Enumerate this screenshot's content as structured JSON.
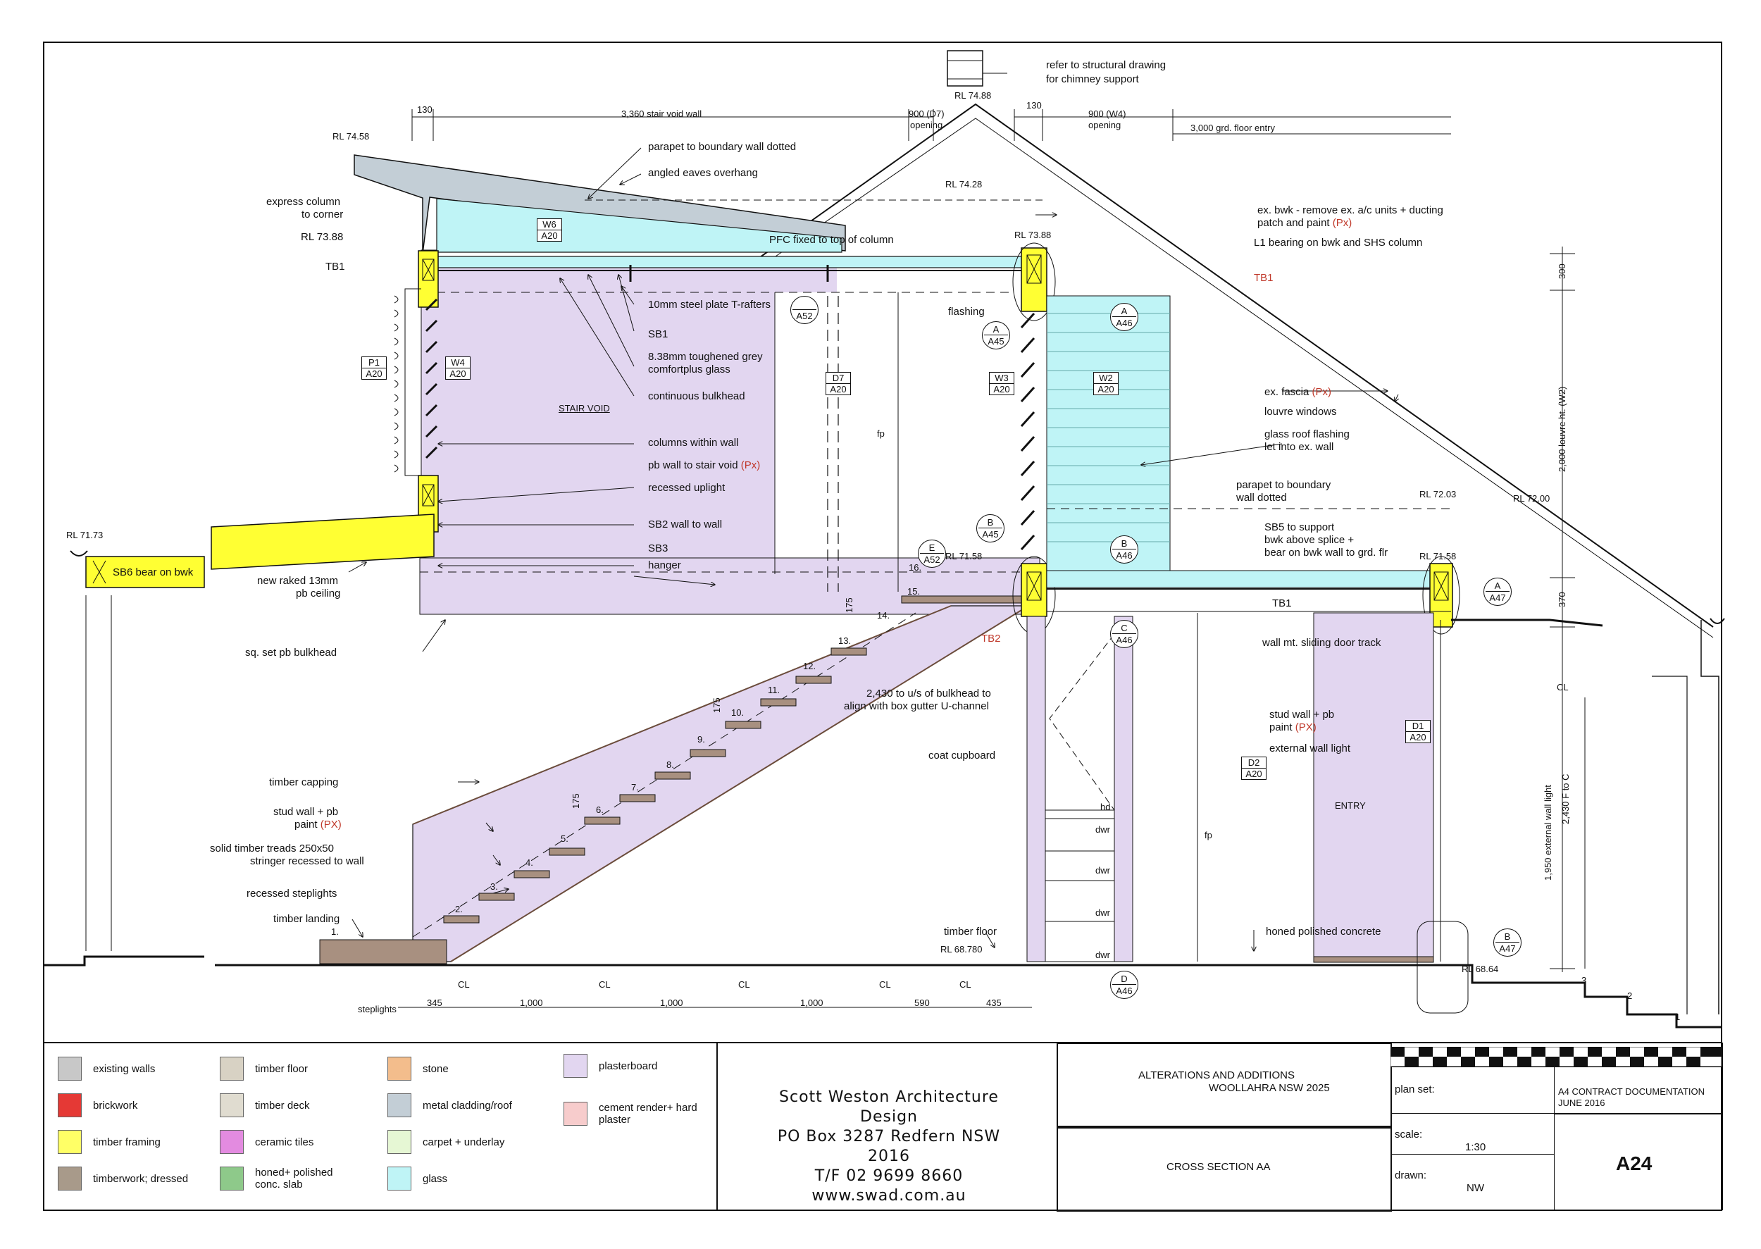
{
  "annotations": {
    "chimney_note": [
      "refer to structural drawing",
      "for chimney support"
    ],
    "rl_7488": "RL 74.88",
    "rl_7458": "RL 74.58",
    "rl_7428": "RL 74.28",
    "rl_7388_left": "RL 73.88",
    "rl_7388_right": "RL 73.88",
    "rl_7173": "RL 71.73",
    "rl_7158_a": "RL 71.58",
    "rl_7158_b": "RL 71.58",
    "rl_7203": "RL 72.03",
    "rl_7200": "RL 72.00",
    "rl_68780": "RL 68.780",
    "rl_6864": "RL 68.64",
    "parapet_dotted": "parapet to boundary wall dotted",
    "angled_eaves": "angled eaves overhang",
    "express_column": [
      "express column",
      "to corner"
    ],
    "tb1_left": "TB1",
    "tb1_right": "TB1",
    "tb1_mid": "TB1",
    "tb2": "TB2",
    "pfc": "PFC fixed to top of column",
    "ex_bwk": [
      "ex. bwk - remove ex. a/c units + ducting",
      "patch and paint "
    ],
    "px": "(Px)",
    "px_caps": "(PX)",
    "l1_bearing": "L1 bearing on bwk and SHS column",
    "steel_plate": "10mm steel plate T-rafters",
    "flashing": "flashing",
    "sb1": "SB1",
    "glass": [
      "8.38mm toughened grey",
      "comfortplus glass"
    ],
    "stair_void": "STAIR VOID",
    "continuous_bulkhead": "continuous bulkhead",
    "ex_fascia": "ex. fascia ",
    "louvre_windows": "louvre windows",
    "glass_roof_flashing": [
      "glass roof flashing",
      "let into ex. wall"
    ],
    "columns_within_wall": "columns within wall",
    "pb_wall_stair": "pb wall to stair void ",
    "recessed_uplight": "recessed uplight",
    "parapet_boundary": [
      "parapet to boundary",
      "wall dotted"
    ],
    "sb5": [
      "SB5 to support",
      "bwk above splice +",
      "bear on bwk wall to grd. flr"
    ],
    "sb2": "SB2 wall to wall",
    "sb3": "SB3",
    "hanger": "hanger",
    "sb6": "SB6 bear on bwk",
    "new_raked": [
      "new raked 13mm",
      "pb ceiling"
    ],
    "sq_set": "sq. set pb bulkhead",
    "wall_mt_sliding": "wall mt. sliding door track",
    "u_channel": [
      "2,430 to u/s of bulkhead to",
      "align with box gutter U-channel"
    ],
    "stud_wall_right": [
      "stud wall + pb",
      "paint "
    ],
    "external_wall_light": "external wall light",
    "coat_cupboard": "coat cupboard",
    "timber_capping": "timber capping",
    "stud_wall_left": [
      "stud wall + pb",
      "paint "
    ],
    "solid_treads": [
      "solid timber treads 250x50",
      "stringer recessed to wall"
    ],
    "recessed_steplights": "recessed steplights",
    "timber_landing": "timber landing",
    "timber_floor": "timber floor",
    "honed_concrete": "honed polished concrete",
    "entry": "ENTRY",
    "fp": "fp",
    "hd": "hd",
    "dwr": "dwr",
    "steplights": "steplights",
    "cl": "CL"
  },
  "dimensions": {
    "d130_a": "130",
    "stair_void_wall": "3,360 stair void wall",
    "d900_d7": "900 (D7)",
    "opening_a": "opening",
    "d130_b": "130",
    "d900_w4": "900 (W4)",
    "opening_b": "opening",
    "grd_entry": "3,000 grd. floor entry",
    "d300": "300",
    "louvre_ht": "2,000 louvre ht. (W2)",
    "d370": "370",
    "ext_wall_light": "1,950 external wall light",
    "f_to_c": "2,430 F to C",
    "d175": "175",
    "d345": "345",
    "d1000": "1,000",
    "d590": "590",
    "d435": "435"
  },
  "window_tags": [
    {
      "code": "W6",
      "ref": "A20"
    },
    {
      "code": "P1",
      "ref": "A20"
    },
    {
      "code": "W4",
      "ref": "A20"
    },
    {
      "code": "D7",
      "ref": "A20"
    },
    {
      "code": "W3",
      "ref": "A20"
    },
    {
      "code": "W2",
      "ref": "A20"
    },
    {
      "code": "D1",
      "ref": "A20"
    },
    {
      "code": "D2",
      "ref": "A20"
    }
  ],
  "section_markers": [
    {
      "letter": "",
      "ref": "A52"
    },
    {
      "letter": "A",
      "ref": "A45"
    },
    {
      "letter": "A",
      "ref": "A46"
    },
    {
      "letter": "E",
      "ref": "A52"
    },
    {
      "letter": "B",
      "ref": "A45"
    },
    {
      "letter": "B",
      "ref": "A46"
    },
    {
      "letter": "A",
      "ref": "A47"
    },
    {
      "letter": "C",
      "ref": "A46"
    },
    {
      "letter": "D",
      "ref": "A46"
    },
    {
      "letter": "B",
      "ref": "A47"
    }
  ],
  "steps": [
    "1.",
    "2.",
    "3.",
    "4.",
    "5.",
    "6.",
    "7.",
    "8.",
    "9.",
    "10.",
    "11.",
    "12.",
    "13.",
    "14.",
    "15.",
    "16."
  ],
  "ground_steps": [
    "1",
    "2",
    "3"
  ],
  "legend": [
    {
      "label": "existing walls",
      "color": "#c8c8c8"
    },
    {
      "label": "brickwork",
      "color": "#e53935"
    },
    {
      "label": "timber framing",
      "color": "#ffff66"
    },
    {
      "label": "timberwork; dressed",
      "color": "#a89a8a"
    },
    {
      "label": "timber floor",
      "color": "#d8d2c4"
    },
    {
      "label": "timber deck",
      "color": "#e0dcd0"
    },
    {
      "label": "ceramic tiles",
      "color": "#e38be0"
    },
    {
      "label": "honed+ polished conc. slab",
      "color": "#8ec98a"
    },
    {
      "label": "stone",
      "color": "#f3bd8c"
    },
    {
      "label": "metal cladding/roof",
      "color": "#c3ced6"
    },
    {
      "label": "carpet + underlay",
      "color": "#e6f7d4"
    },
    {
      "label": "glass",
      "color": "#bff4f6"
    },
    {
      "label": "plasterboard",
      "color": "#e2d6f0"
    },
    {
      "label": "cement render+ hard plaster",
      "color": "#f7cccc"
    }
  ],
  "firm": {
    "name": "Scott Weston Architecture Design",
    "address": "PO Box 3287 Redfern NSW 2016",
    "phone": "T/F 02 9699 8660",
    "web": "www.swad.com.au"
  },
  "title_block": {
    "project_line1": "ALTERATIONS AND ADDITIONS",
    "project_line2": "WOOLLAHRA NSW 2025",
    "drawing_title": "CROSS SECTION AA",
    "plan_set_label": "plan set:",
    "plan_set_value1": "A4 CONTRACT DOCUMENTATION",
    "plan_set_value2": "JUNE 2016",
    "scale_label": "scale:",
    "scale_value": "1:30",
    "drawn_label": "drawn:",
    "drawn_value": "NW",
    "sheet_number": "A24"
  },
  "colors": {
    "plasterboard": "#e2d6f0",
    "glass": "#bff4f6",
    "timber_framing": "#ffff33",
    "metal_roof": "#c3ced6",
    "timber_dressed": "#a89080",
    "annotation_red": "#c0392b"
  }
}
